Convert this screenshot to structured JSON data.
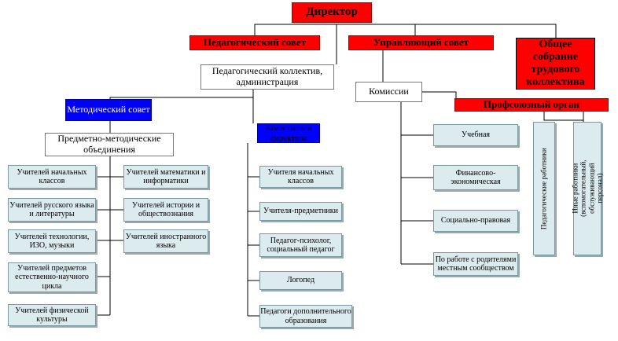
{
  "director": "Директор",
  "ped_council": "Педагогический совет",
  "managing_council": "Управляющий совет",
  "general_meeting": "Общее собрание трудового коллектива",
  "ped_collective": "Педагогический коллектив, администрация",
  "commissions_title": "Комиссии",
  "trade_union": "Профсоюзный орган",
  "method_council": "Методический совет",
  "pmo": "Предметно-методические объединения",
  "deputies": "Заместители директора",
  "teachers_left": [
    "Учителей начальных классов",
    "Учителей русского языка и литературы",
    "Учителей технологии, ИЗО, музыки",
    "Учителей предметов естественно-научного цикла",
    "Учителей физической культуры"
  ],
  "teachers_right": [
    "Учителей математики и информатики",
    "Учителей истории и обществознания",
    "Учителей иностранного языка"
  ],
  "staff": [
    "Учителя начальных классов",
    "Учителя-предметники",
    "Педагог-психолог, социальный педагог",
    "Логопед",
    "Педагоги дополнительного образования"
  ],
  "commissions": [
    "Учебная",
    "Финансово-экономическая",
    "Социально-правовая",
    "По работе с родителями местным сообществом"
  ],
  "union_groups": [
    "Педагогические работники",
    "Иные работники (вспомогательный, обслуживающий персонал)"
  ]
}
